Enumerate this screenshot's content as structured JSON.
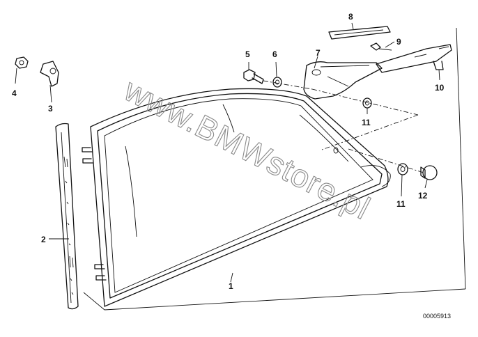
{
  "callouts": [
    "1",
    "2",
    "3",
    "4",
    "5",
    "6",
    "7",
    "8",
    "9",
    "10",
    "11",
    "11",
    "12"
  ],
  "diagram_code": "00005913",
  "watermark": "www.BMWstore.pl"
}
